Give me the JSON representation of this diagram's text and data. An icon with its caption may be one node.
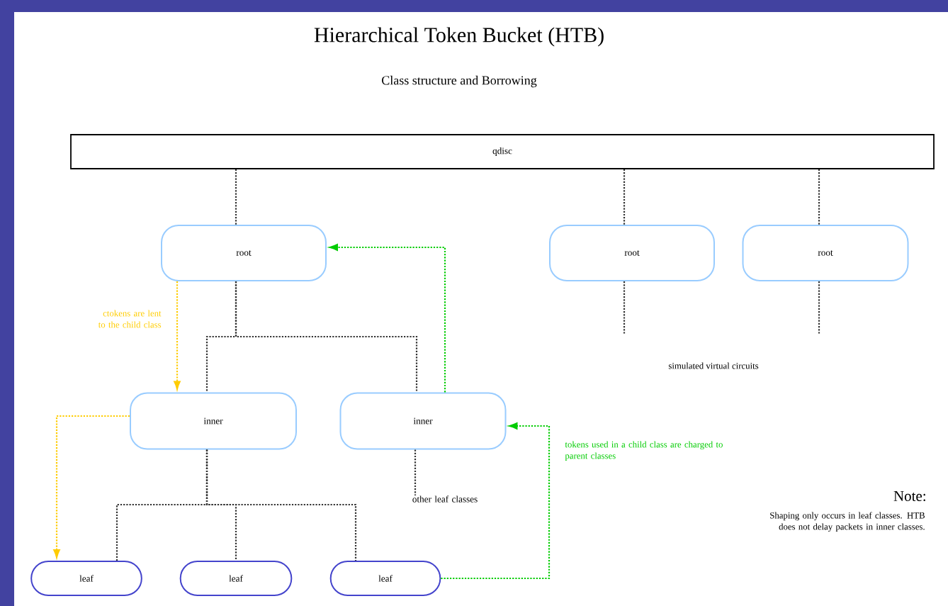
{
  "diagram": {
    "title": "Hierarchical Token Bucket (HTB)",
    "nodes": [
      {
        "text": [
          "qdisc"
        ]
      },
      {
        "text": [
          "root"
        ]
      },
      {
        "text": [
          "root"
        ]
      },
      {
        "text": [
          "root"
        ]
      },
      {
        "text": [
          "inner"
        ]
      },
      {
        "text": [
          "inner"
        ]
      },
      {
        "text": [
          "leaf"
        ]
      },
      {
        "text": [
          "leaf"
        ]
      },
      {
        "text": [
          "leaf"
        ]
      },
      {
        "text": [
          "other leaf classes"
        ]
      }
    ],
    "edges": [
      {
        "from": 0,
        "to": 1,
        "arrow": "none"
      },
      {
        "from": 0,
        "to": 2,
        "arrow": "none"
      },
      {
        "from": 0,
        "to": 3,
        "arrow": "none"
      },
      {
        "from": 1,
        "to": 4,
        "arrow": "none"
      },
      {
        "from": 1,
        "to": 5,
        "arrow": "none"
      },
      {
        "from": 2,
        "to": null,
        "arrow": "none"
      },
      {
        "from": 3,
        "to": null,
        "arrow": "none"
      },
      {
        "from": 4,
        "to": 6,
        "arrow": "none"
      },
      {
        "from": 4,
        "to": 7,
        "arrow": "none"
      },
      {
        "from": 4,
        "to": 8,
        "arrow": "none"
      },
      {
        "from": 5,
        "to": 9,
        "arrow": "none"
      },
      {
        "from": 1,
        "to": 4,
        "arrow": "to",
        "color": "#ffcc00",
        "label": "ctokens are lent to the child class"
      },
      {
        "from": 4,
        "to": 6,
        "arrow": "to",
        "color": "#ffcc00"
      },
      {
        "from": 5,
        "to": 1,
        "arrow": "to",
        "color": "#00cc00"
      },
      {
        "from": 8,
        "to": 5,
        "arrow": "to",
        "color": "#00cc00",
        "label": "tokens used in a child class are charged to parent classes"
      }
    ],
    "labels": [
      "Class structure and Borrowing",
      "simulated virtual circuits",
      "Note:",
      "Shaping only occurs in leaf classes. HTB does not delay packets in inner classes."
    ]
  }
}
